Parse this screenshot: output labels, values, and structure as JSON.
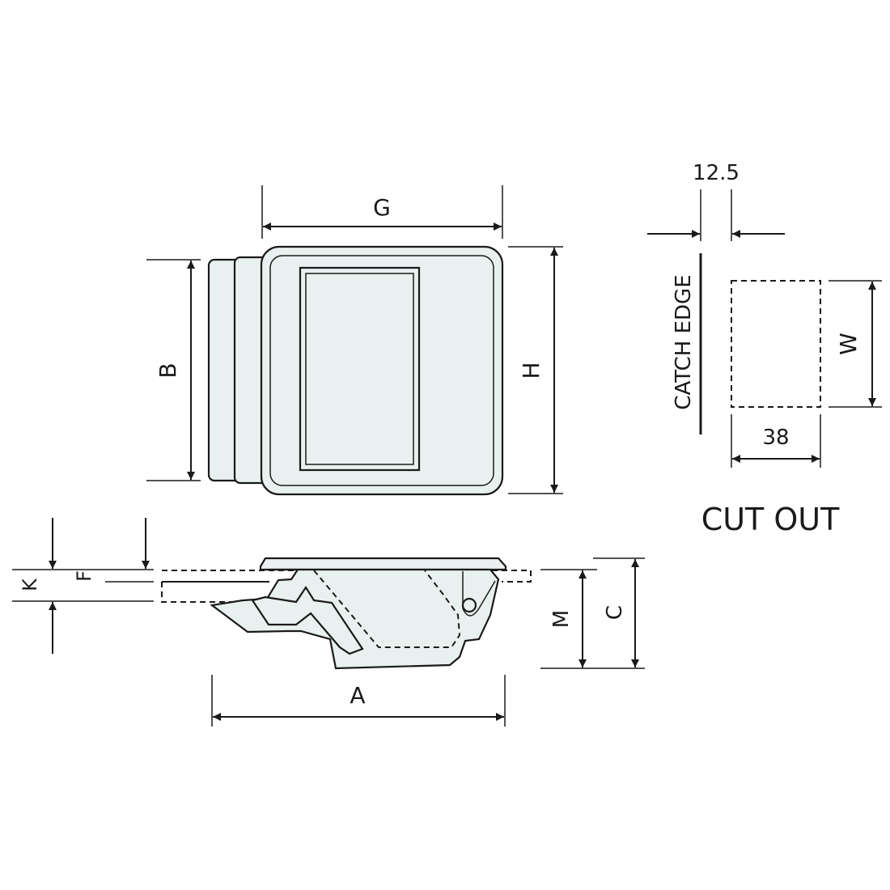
{
  "front_view": {
    "width_label": "G",
    "height_label": "H",
    "body_height_label": "B"
  },
  "side_view": {
    "length_label": "A",
    "depth_label": "C",
    "mount_label": "M",
    "k_label": "K",
    "f_label": "F"
  },
  "cutout": {
    "offset_value": "12.5",
    "catch_edge_label": "CATCH EDGE",
    "width_value": "38",
    "height_label": "W",
    "title": "CUT OUT"
  },
  "colors": {
    "part_fill": "#e8f1ef",
    "line": "#1a1a1a"
  }
}
